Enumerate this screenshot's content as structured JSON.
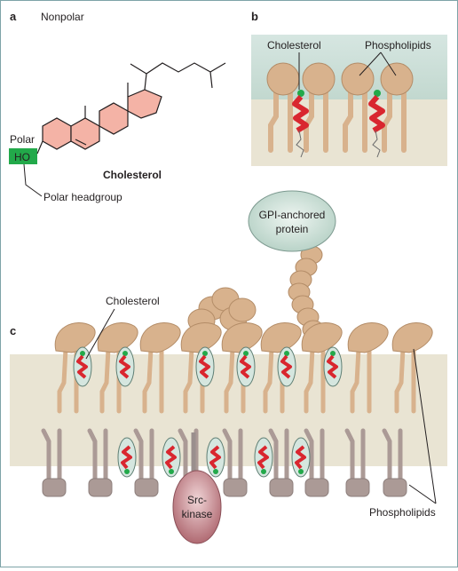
{
  "panel_a": {
    "letter": "a",
    "nonpolar_label": "Nonpolar",
    "polar_label": "Polar",
    "ho_label": "HO",
    "molecule_name": "Cholesterol",
    "headgroup_label": "Polar headgroup"
  },
  "panel_b": {
    "letter": "b",
    "cholesterol_label": "Cholesterol",
    "phospholipids_label": "Phospholipids"
  },
  "panel_c": {
    "letter": "c",
    "cholesterol_label": "Cholesterol",
    "gpi_label_line1": "GPI-anchored",
    "gpi_label_line2": "protein",
    "src_label_line1": "Src-",
    "src_label_line2": "kinase",
    "phospholipids_label": "Phospholipids"
  },
  "colors": {
    "membrane": "#e9e4d3",
    "panel_b_top": "#d6e6e1",
    "lipid": "#d8b28d",
    "lipid_inner": "#ab9a96",
    "ring": "#f4b3a6",
    "polar_green": "#22a94a",
    "sterol_red": "#d9262f",
    "gpi_fill": "#d5e6df",
    "src_fill": "#c07e86"
  }
}
